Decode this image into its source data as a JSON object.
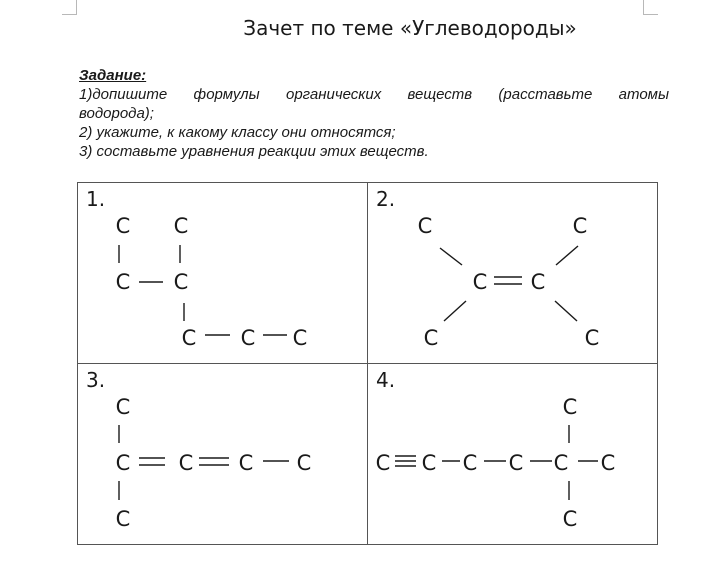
{
  "title": "Зачет по теме «Углеводороды»",
  "task": {
    "heading": "Задание:",
    "line1": "1)допишите формулы органических веществ (расставьте атомы",
    "line1b": "водорода);",
    "line2": "2) укажите, к какому классу они относятся;",
    "line3": "3) составьте уравнения реакции этих веществ."
  },
  "cells": [
    {
      "number": "1.",
      "atom": "C"
    },
    {
      "number": "2.",
      "atom": "C"
    },
    {
      "number": "3.",
      "atom": "C"
    },
    {
      "number": "4.",
      "atom": "C"
    }
  ]
}
